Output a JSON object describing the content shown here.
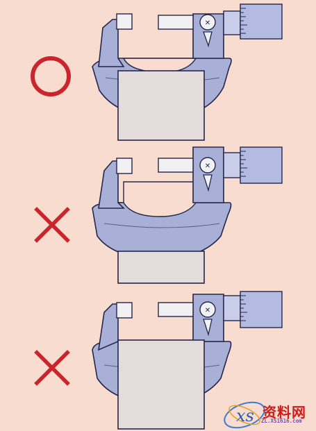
{
  "colors": {
    "background": "#f7dccf",
    "frame_fill": "#a8b0d8",
    "frame_dark": "#8f98c6",
    "outline": "#25264a",
    "workpiece": "#e3dcdb",
    "thimble": "#b4bbe2",
    "mark_red": "#c9252c"
  },
  "panels": [
    {
      "id": "correct",
      "verdict": "circle",
      "workpiece": "low",
      "meaning": "correct"
    },
    {
      "id": "wrong-1",
      "verdict": "cross",
      "workpiece": "deep",
      "meaning": "wrong"
    },
    {
      "id": "wrong-2",
      "verdict": "cross",
      "workpiece": "wide",
      "meaning": "wrong"
    }
  ],
  "watermark": {
    "logo_text": "xs",
    "cn_text": "资料网",
    "sub_text": "ZL.XS1616.com"
  }
}
